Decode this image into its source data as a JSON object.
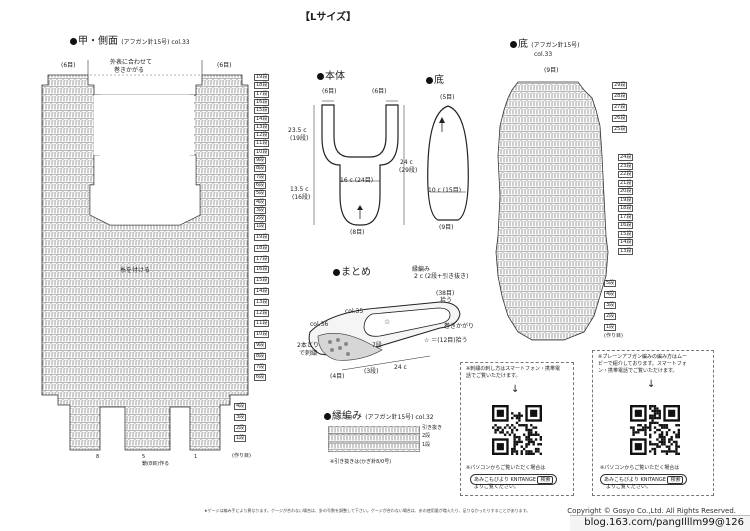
{
  "page_title": "【Lサイズ】",
  "sections": {
    "upper": {
      "title": "甲・側面",
      "sub": "(アフガン針15号) col.33"
    },
    "body": {
      "title": "本体"
    },
    "sole_small": {
      "title": "底"
    },
    "sole": {
      "title": "底",
      "sub": "(アフガン針15号)",
      "col": "col.33"
    },
    "assembly": {
      "title": "まとめ"
    },
    "edging": {
      "title": "縁編み",
      "sub": "(アフガン針15号) col.32"
    }
  },
  "upper_labels": {
    "left6": "(6目)",
    "right6": "(6目)",
    "note": [
      "外表に合わせて",
      "巻きかがる"
    ],
    "thread_note": "糸を付ける",
    "rows_top": [
      "19段",
      "18段",
      "17段",
      "16段",
      "15段",
      "14段",
      "13段",
      "12段",
      "11段",
      "10段",
      "9段",
      "8段",
      "7段",
      "6段",
      "5段",
      "4段",
      "3段",
      "2段",
      "1段"
    ],
    "rows_bottom": [
      "19段",
      "18段",
      "17段",
      "16段",
      "15段",
      "14段",
      "13段",
      "12段",
      "11段",
      "10段",
      "9段",
      "8段",
      "7段",
      "6段"
    ],
    "rows_tail": [
      "4段",
      "3段",
      "2段",
      "1段"
    ],
    "tail_note": "(作り目)",
    "bottom_nums": [
      "8",
      "5",
      "1"
    ],
    "bottom_note": "鎖(8目)作る"
  },
  "body_labels": {
    "left6": "(6目)",
    "right6": "(6目)",
    "h1": [
      "23.5 c",
      "(19段)"
    ],
    "h2": [
      "13.5 c",
      "(16段)"
    ],
    "w": "16 c (24目)",
    "total": [
      "24 c",
      "(29段)"
    ],
    "bottom": "(8目)"
  },
  "sole_small_labels": {
    "top": "(5目)",
    "w": "10 c (15目)",
    "bottom": "(9目)"
  },
  "sole_labels": {
    "top9": "(9目)",
    "rows_upper": [
      "29段",
      "28段",
      "27段",
      "26段",
      "25段"
    ],
    "rows_mid": [
      "24段",
      "23段",
      "22段",
      "21段",
      "20段",
      "19段",
      "18段",
      "17段",
      "16段",
      "15段",
      "14段",
      "13段"
    ],
    "rows_low": [
      "5段",
      "4段",
      "3段",
      "2段",
      "1段"
    ],
    "tail_note": "(作り目)"
  },
  "assembly_labels": {
    "edge": [
      "縁編み",
      "2 c (2段+引き抜き)"
    ],
    "c38": [
      "(38目)",
      "拾う"
    ],
    "col35": "col.35",
    "col36": "col.36",
    "wrap": "巻きかがり",
    "star": "☆ ＝(12目)拾う",
    "side": [
      "2本どり",
      "で刺繍"
    ],
    "seven": "7段",
    "three": "(3段)",
    "four": "(4目)",
    "len": "24 c"
  },
  "edging_labels": {
    "rows": [
      "引き抜き",
      "2段",
      "1段"
    ],
    "note": "※引き抜きは(かぎ針8/0号)"
  },
  "qr_left": {
    "notes": [
      "※刺繍の刺し方はスマートフォン・携帯電",
      "話でご覧いただけます。"
    ],
    "arrow": "↓",
    "pc": "※パソコンからご覧いただく場合は",
    "search": [
      "あみこもびより",
      "KNITANGE",
      "検索"
    ],
    "after": "よりご覧ください。"
  },
  "qr_right": {
    "notes": [
      "※プレーンアフガン編みの編み方はムー",
      "ビーで紹介しております。スマートフォ",
      "ン・携帯電話でご覧いただけます。"
    ],
    "arrow": "↓",
    "pc": "※パソコンからご覧いただく場合は",
    "search": [
      "あみこもびより",
      "KNITANGE",
      "検索"
    ],
    "after": "よりご覧ください。"
  },
  "footnote": "★ゲージは編み手により異なります。ゲージが合わない場合は、針の号数を調整して下さい。ゲージが合わない場合は、糸の使用量が増えたり、足りなかったりすることがあります。",
  "copyright": "Copyright © Gosyo Co.,Ltd. All Rights Reserved.",
  "blog": "blog.163.com/pangIlllm99@126"
}
